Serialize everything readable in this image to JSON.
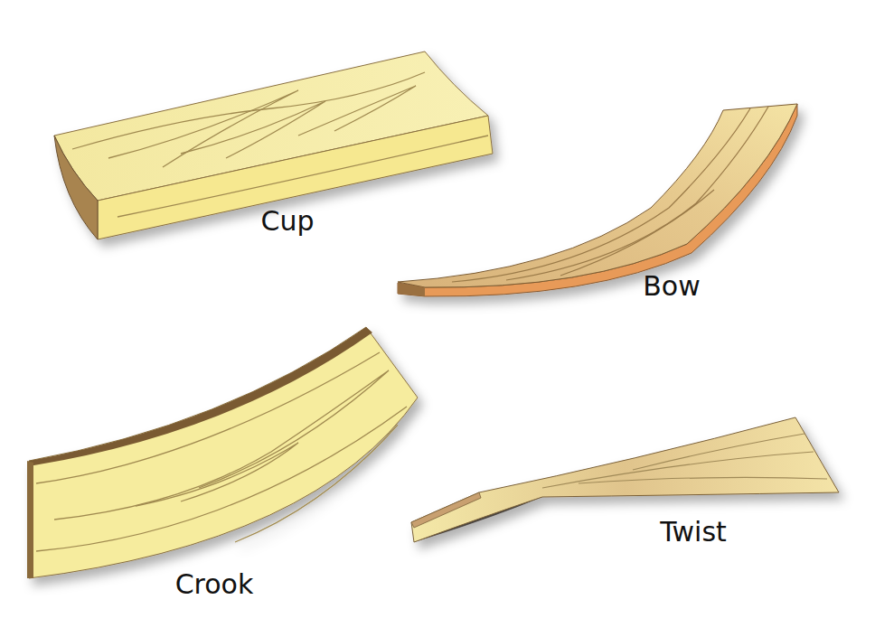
{
  "diagram": {
    "labels": [
      "Cup",
      "Bow",
      "Crook",
      "Twist"
    ]
  }
}
